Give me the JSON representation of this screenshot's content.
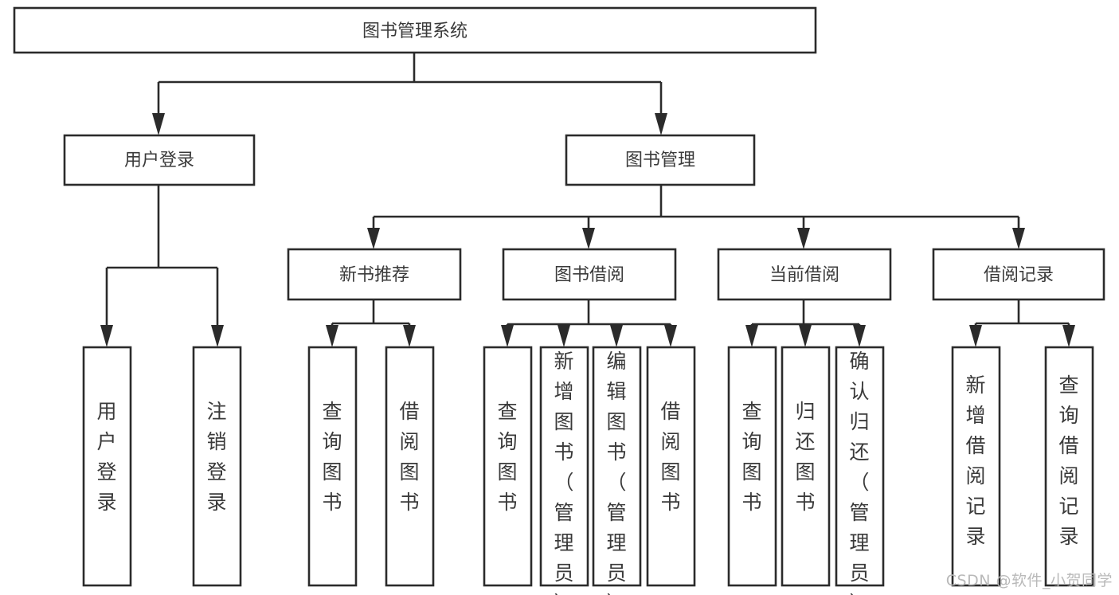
{
  "diagram": {
    "title": "图书管理系统",
    "type": "hierarchy-tree",
    "watermark": "CSDN @软件_小贺同学",
    "colors": {
      "stroke": "#2b2b2b",
      "box_fill": "#ffffff",
      "text": "#3a3a3a",
      "background": "#ffffff",
      "watermark": "#b9b9b9"
    },
    "levels": {
      "root": {
        "label": "图书管理系统"
      },
      "level2": [
        {
          "label": "用户登录"
        },
        {
          "label": "图书管理"
        }
      ],
      "level3": [
        {
          "label": "新书推荐"
        },
        {
          "label": "图书借阅"
        },
        {
          "label": "当前借阅"
        },
        {
          "label": "借阅记录"
        }
      ],
      "leaves": [
        {
          "label": "用户登录",
          "parent": "用户登录"
        },
        {
          "label": "注销登录",
          "parent": "用户登录"
        },
        {
          "label": "查询图书",
          "parent": "新书推荐"
        },
        {
          "label": "借阅图书",
          "parent": "新书推荐"
        },
        {
          "label": "查询图书",
          "parent": "图书借阅"
        },
        {
          "label": "新增图书（管理员）",
          "parent": "图书借阅"
        },
        {
          "label": "编辑图书（管理员）",
          "parent": "图书借阅"
        },
        {
          "label": "借阅图书",
          "parent": "图书借阅"
        },
        {
          "label": "查询图书",
          "parent": "当前借阅"
        },
        {
          "label": "归还图书",
          "parent": "当前借阅"
        },
        {
          "label": "确认归还（管理员）",
          "parent": "当前借阅"
        },
        {
          "label": "新增借阅记录",
          "parent": "借阅记录"
        },
        {
          "label": "查询借阅记录",
          "parent": "借阅记录"
        }
      ]
    }
  }
}
